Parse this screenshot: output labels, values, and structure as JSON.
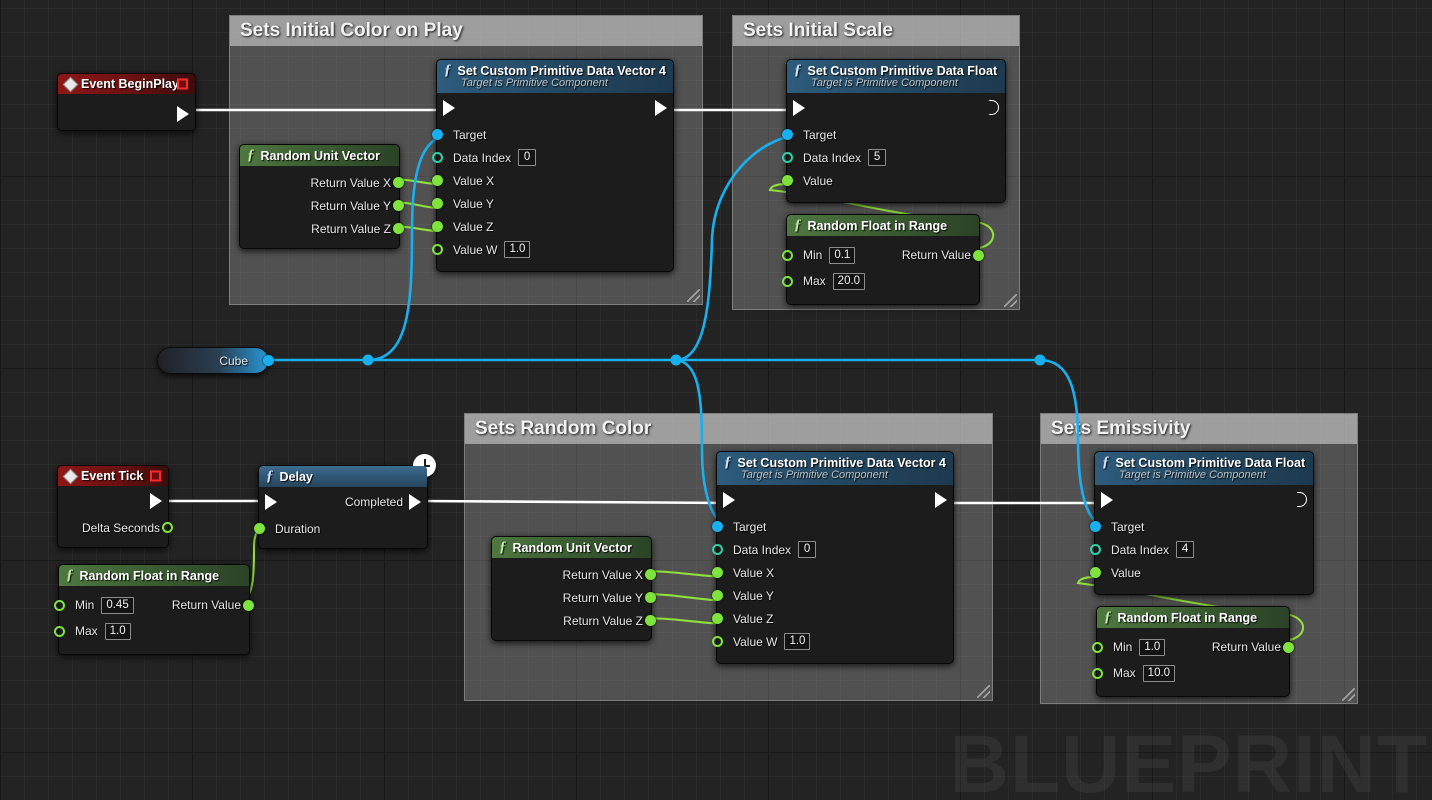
{
  "app": {
    "watermark": "BLUEPRINT"
  },
  "comments": [
    {
      "id": "initial-color",
      "title": "Sets Initial Color on Play"
    },
    {
      "id": "initial-scale",
      "title": "Sets Initial Scale"
    },
    {
      "id": "random-color",
      "title": "Sets Random Color"
    },
    {
      "id": "emissivity",
      "title": "Sets Emissivity"
    }
  ],
  "nodes": {
    "event_begin_play": {
      "title": "Event BeginPlay",
      "icon": "event-diamond-icon"
    },
    "event_tick": {
      "title": "Event Tick",
      "icon": "event-diamond-icon",
      "outputs": [
        {
          "label": "Delta Seconds"
        }
      ]
    },
    "delay": {
      "title": "Delay",
      "icon": "function-f-icon",
      "badge": "clock-icon",
      "exec_out_label": "Completed",
      "inputs": [
        {
          "label": "Duration"
        }
      ]
    },
    "random_unit_vector_top": {
      "title": "Random Unit Vector",
      "outputs": [
        {
          "label": "Return Value X"
        },
        {
          "label": "Return Value Y"
        },
        {
          "label": "Return Value Z"
        }
      ]
    },
    "random_unit_vector_bottom": {
      "title": "Random Unit Vector",
      "outputs": [
        {
          "label": "Return Value X"
        },
        {
          "label": "Return Value Y"
        },
        {
          "label": "Return Value Z"
        }
      ]
    },
    "set_cpd_vector4_top": {
      "title": "Set Custom Primitive Data Vector 4",
      "subtitle": "Target is Primitive Component",
      "inputs": [
        {
          "label": "Target",
          "pin": "object"
        },
        {
          "label": "Data Index",
          "pin": "int",
          "value": "0"
        },
        {
          "label": "Value X",
          "pin": "float-connected"
        },
        {
          "label": "Value Y",
          "pin": "float-connected"
        },
        {
          "label": "Value Z",
          "pin": "float-connected"
        },
        {
          "label": "Value W",
          "pin": "float",
          "value": "1.0"
        }
      ]
    },
    "set_cpd_vector4_bottom": {
      "title": "Set Custom Primitive Data Vector 4",
      "subtitle": "Target is Primitive Component",
      "inputs": [
        {
          "label": "Target",
          "pin": "object"
        },
        {
          "label": "Data Index",
          "pin": "int",
          "value": "0"
        },
        {
          "label": "Value X",
          "pin": "float-connected"
        },
        {
          "label": "Value Y",
          "pin": "float-connected"
        },
        {
          "label": "Value Z",
          "pin": "float-connected"
        },
        {
          "label": "Value W",
          "pin": "float",
          "value": "1.0"
        }
      ]
    },
    "set_cpd_float_scale": {
      "title": "Set Custom Primitive Data Float",
      "subtitle": "Target is Primitive Component",
      "inputs": [
        {
          "label": "Target",
          "pin": "object"
        },
        {
          "label": "Data Index",
          "pin": "int",
          "value": "5"
        },
        {
          "label": "Value",
          "pin": "float-connected"
        }
      ]
    },
    "set_cpd_float_emissive": {
      "title": "Set Custom Primitive Data Float",
      "subtitle": "Target is Primitive Component",
      "inputs": [
        {
          "label": "Target",
          "pin": "object"
        },
        {
          "label": "Data Index",
          "pin": "int",
          "value": "4"
        },
        {
          "label": "Value",
          "pin": "float-connected"
        }
      ]
    },
    "random_float_scale": {
      "title": "Random Float in Range",
      "inputs": [
        {
          "label": "Min",
          "value": "0.1"
        },
        {
          "label": "Max",
          "value": "20.0"
        }
      ],
      "outputs": [
        {
          "label": "Return Value"
        }
      ]
    },
    "random_float_delay": {
      "title": "Random Float in Range",
      "inputs": [
        {
          "label": "Min",
          "value": "0.45"
        },
        {
          "label": "Max",
          "value": "1.0"
        }
      ],
      "outputs": [
        {
          "label": "Return Value"
        }
      ]
    },
    "random_float_emissive": {
      "title": "Random Float in Range",
      "inputs": [
        {
          "label": "Min",
          "value": "1.0"
        },
        {
          "label": "Max",
          "value": "10.0"
        }
      ],
      "outputs": [
        {
          "label": "Return Value"
        }
      ]
    },
    "cube_variable": {
      "title": "Cube"
    }
  },
  "colors": {
    "exec_wire": "#ffffff",
    "object_wire": "#18b0f0",
    "float_wire": "#7ee33c",
    "event_header": "#8e1616",
    "function_header": "#2f5877",
    "pure_header": "#3a5c31",
    "canvas_bg": "#232323"
  }
}
